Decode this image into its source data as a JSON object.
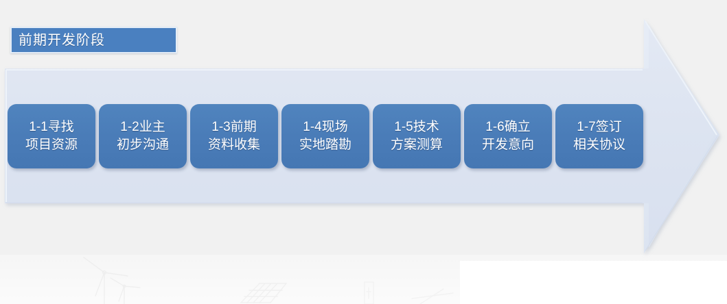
{
  "banner": {
    "title": "前期开发阶段"
  },
  "colors": {
    "banner_fill": "#4a80c0",
    "step_fill": "#4a7ebb",
    "arrow_fill": "#dde4f0",
    "page_background": "#f1f1f1",
    "step_text": "#ffffff"
  },
  "arrow": {
    "direction": "right",
    "label": "process-flow-arrow"
  },
  "steps": [
    {
      "id": "1-1",
      "line1": "1-1寻找",
      "line2": "项目资源"
    },
    {
      "id": "1-2",
      "line1": "1-2业主",
      "line2": "初步沟通"
    },
    {
      "id": "1-3",
      "line1": "1-3前期",
      "line2": "资料收集"
    },
    {
      "id": "1-4",
      "line1": "1-4现场",
      "line2": "实地踏勘"
    },
    {
      "id": "1-5",
      "line1": "1-5技术",
      "line2": "方案测算"
    },
    {
      "id": "1-6",
      "line1": "1-6确立",
      "line2": "开发意向"
    },
    {
      "id": "1-7",
      "line1": "1-7签订",
      "line2": "相关协议"
    }
  ],
  "watermark": {
    "items": [
      "wind-turbine",
      "wind-turbine-small",
      "solar-panel",
      "utility-pole"
    ]
  }
}
